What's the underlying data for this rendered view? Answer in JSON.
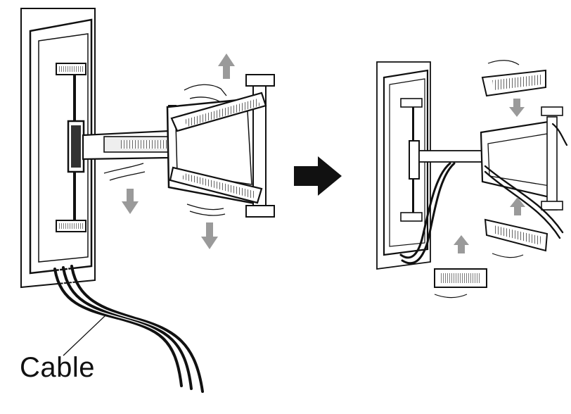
{
  "labels": {
    "cable": "Cable"
  },
  "colors": {
    "line": "#111111",
    "arrow_gray": "#9a9a9a",
    "cover_fill": "#dcdcdc",
    "background": "#ffffff"
  },
  "steps": [
    {
      "state": "covers-attached",
      "icons": [
        "wall-plate",
        "swing-arm",
        "cable-cover-top",
        "cable-cover-bottom",
        "cable-bundle"
      ]
    },
    {
      "state": "covers-removed-cables-routed",
      "icons": [
        "wall-plate",
        "swing-arm",
        "cable-cover-top",
        "cable-cover-bottom",
        "cable-cover-arm",
        "cable-bundle"
      ]
    }
  ]
}
